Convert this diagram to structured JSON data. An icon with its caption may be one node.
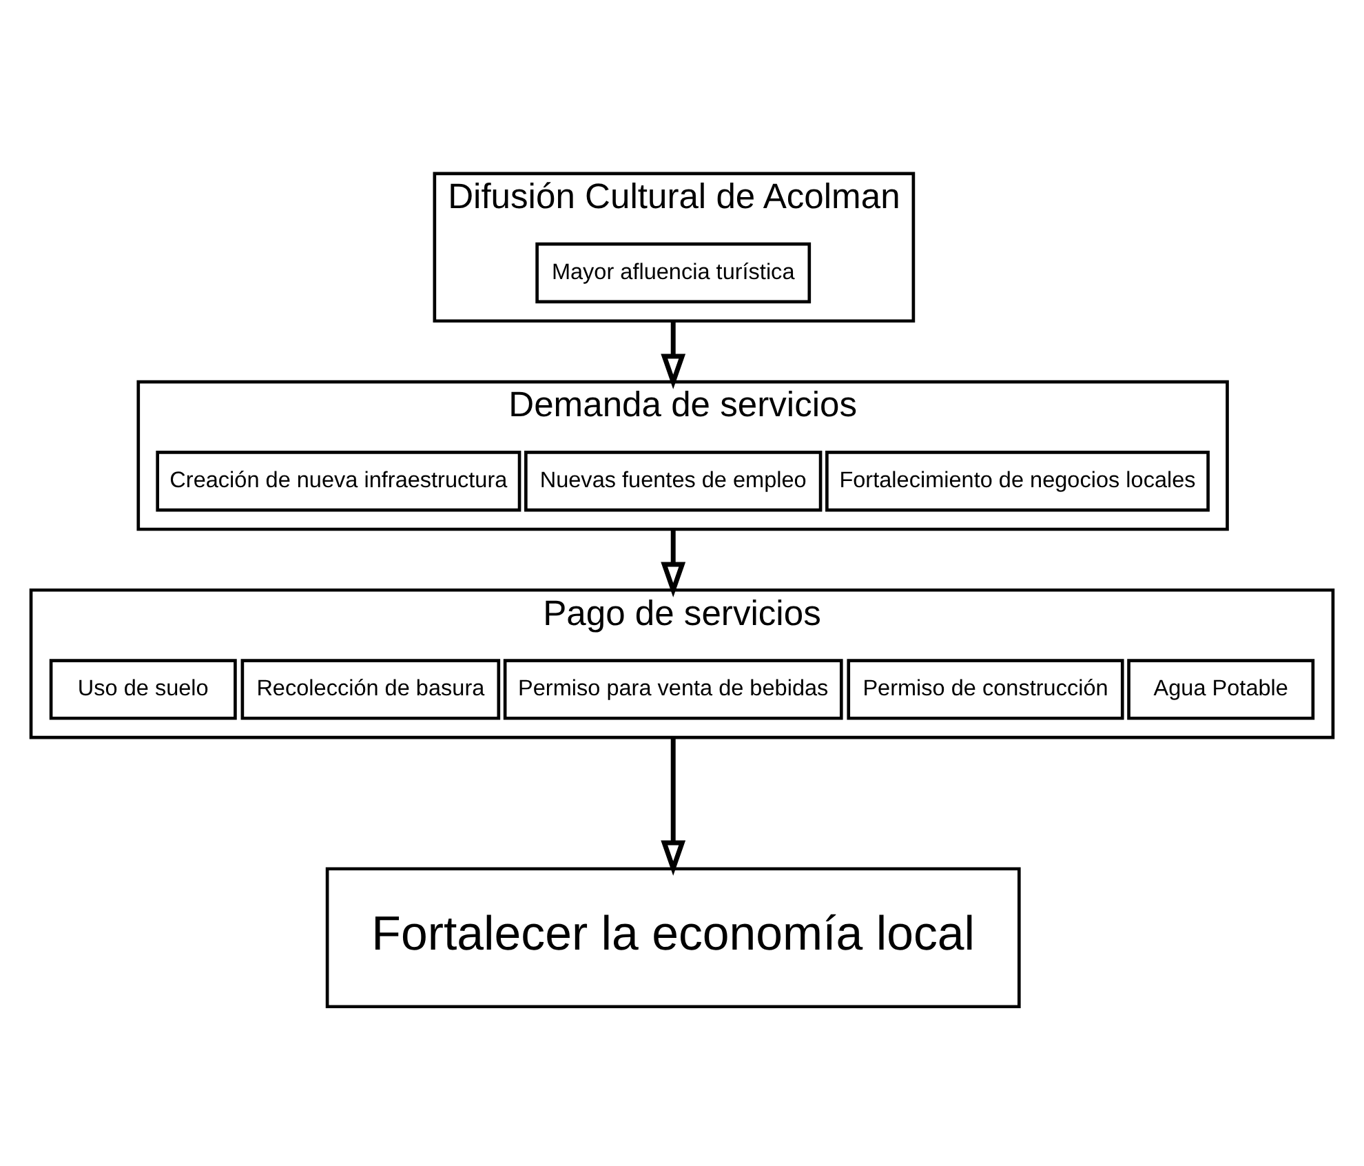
{
  "diagram": {
    "nodes": [
      {
        "text": [
          "Difusión Cultural de Acolman"
        ]
      },
      {
        "text": [
          "Mayor afluencia turística"
        ],
        "in": 0
      },
      {
        "text": [
          "Demanda de servicios"
        ]
      },
      {
        "text": [
          "Creación de nueva infraestructura"
        ],
        "in": 2
      },
      {
        "text": [
          "Nuevas fuentes de empleo"
        ],
        "in": 2
      },
      {
        "text": [
          "Fortalecimiento de negocios locales"
        ],
        "in": 2
      },
      {
        "text": [
          "Pago de servicios"
        ]
      },
      {
        "text": [
          "Uso de suelo"
        ],
        "in": 6
      },
      {
        "text": [
          "Recolección de basura"
        ],
        "in": 6
      },
      {
        "text": [
          "Permiso para venta de bebidas"
        ],
        "in": 6
      },
      {
        "text": [
          "Permiso de construcción"
        ],
        "in": 6
      },
      {
        "text": [
          "Agua Potable"
        ],
        "in": 6
      },
      {
        "text": [
          "Fortalecer la economía local"
        ]
      }
    ],
    "edges": [
      {
        "from": 0,
        "to": 2,
        "arrow": "to"
      },
      {
        "from": 2,
        "to": 6,
        "arrow": "to"
      },
      {
        "from": 6,
        "to": 12,
        "arrow": "to"
      }
    ]
  }
}
